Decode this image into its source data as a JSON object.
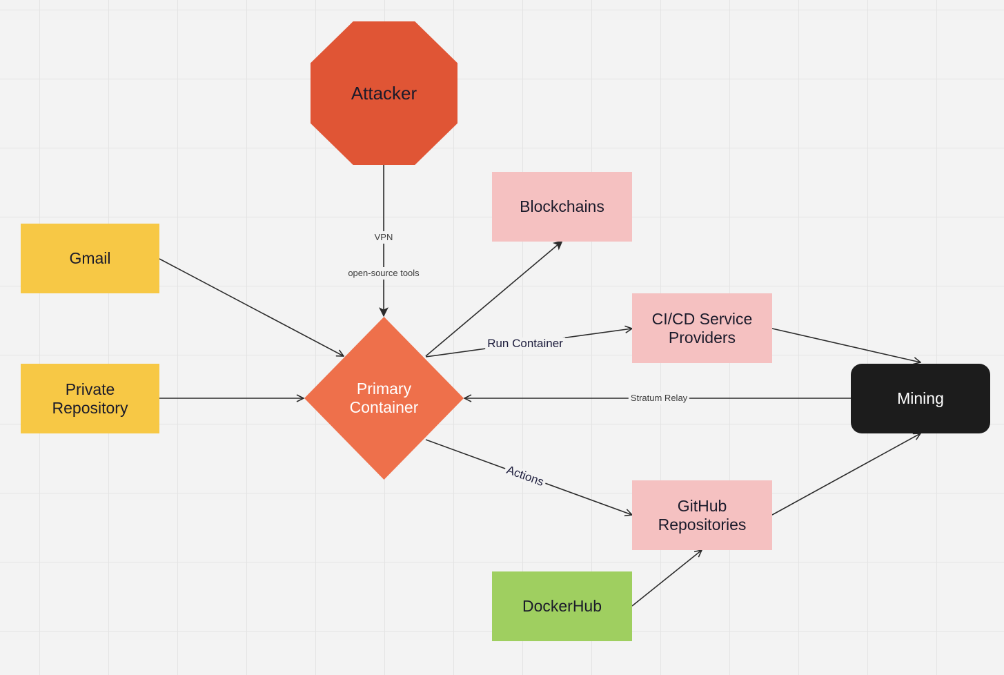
{
  "nodes": {
    "attacker": "Attacker",
    "gmail": "Gmail",
    "private_repo": "Private\nRepository",
    "primary_container": "Primary\nContainer",
    "blockchains": "Blockchains",
    "cicd": "CI/CD Service\nProviders",
    "mining": "Mining",
    "github": "GitHub\nRepositories",
    "dockerhub": "DockerHub"
  },
  "edge_labels": {
    "vpn": "VPN",
    "open_source_tools": "open-source tools",
    "run_container": "Run Container",
    "stratum_relay": "Stratum Relay",
    "actions": "Actions"
  },
  "colors": {
    "attacker": "#e05535",
    "primary_container": "#ee704b",
    "source_nodes": "#f7c845",
    "service_nodes": "#f5c1c1",
    "dockerhub": "#9fcf60",
    "mining": "#1c1c1c"
  }
}
